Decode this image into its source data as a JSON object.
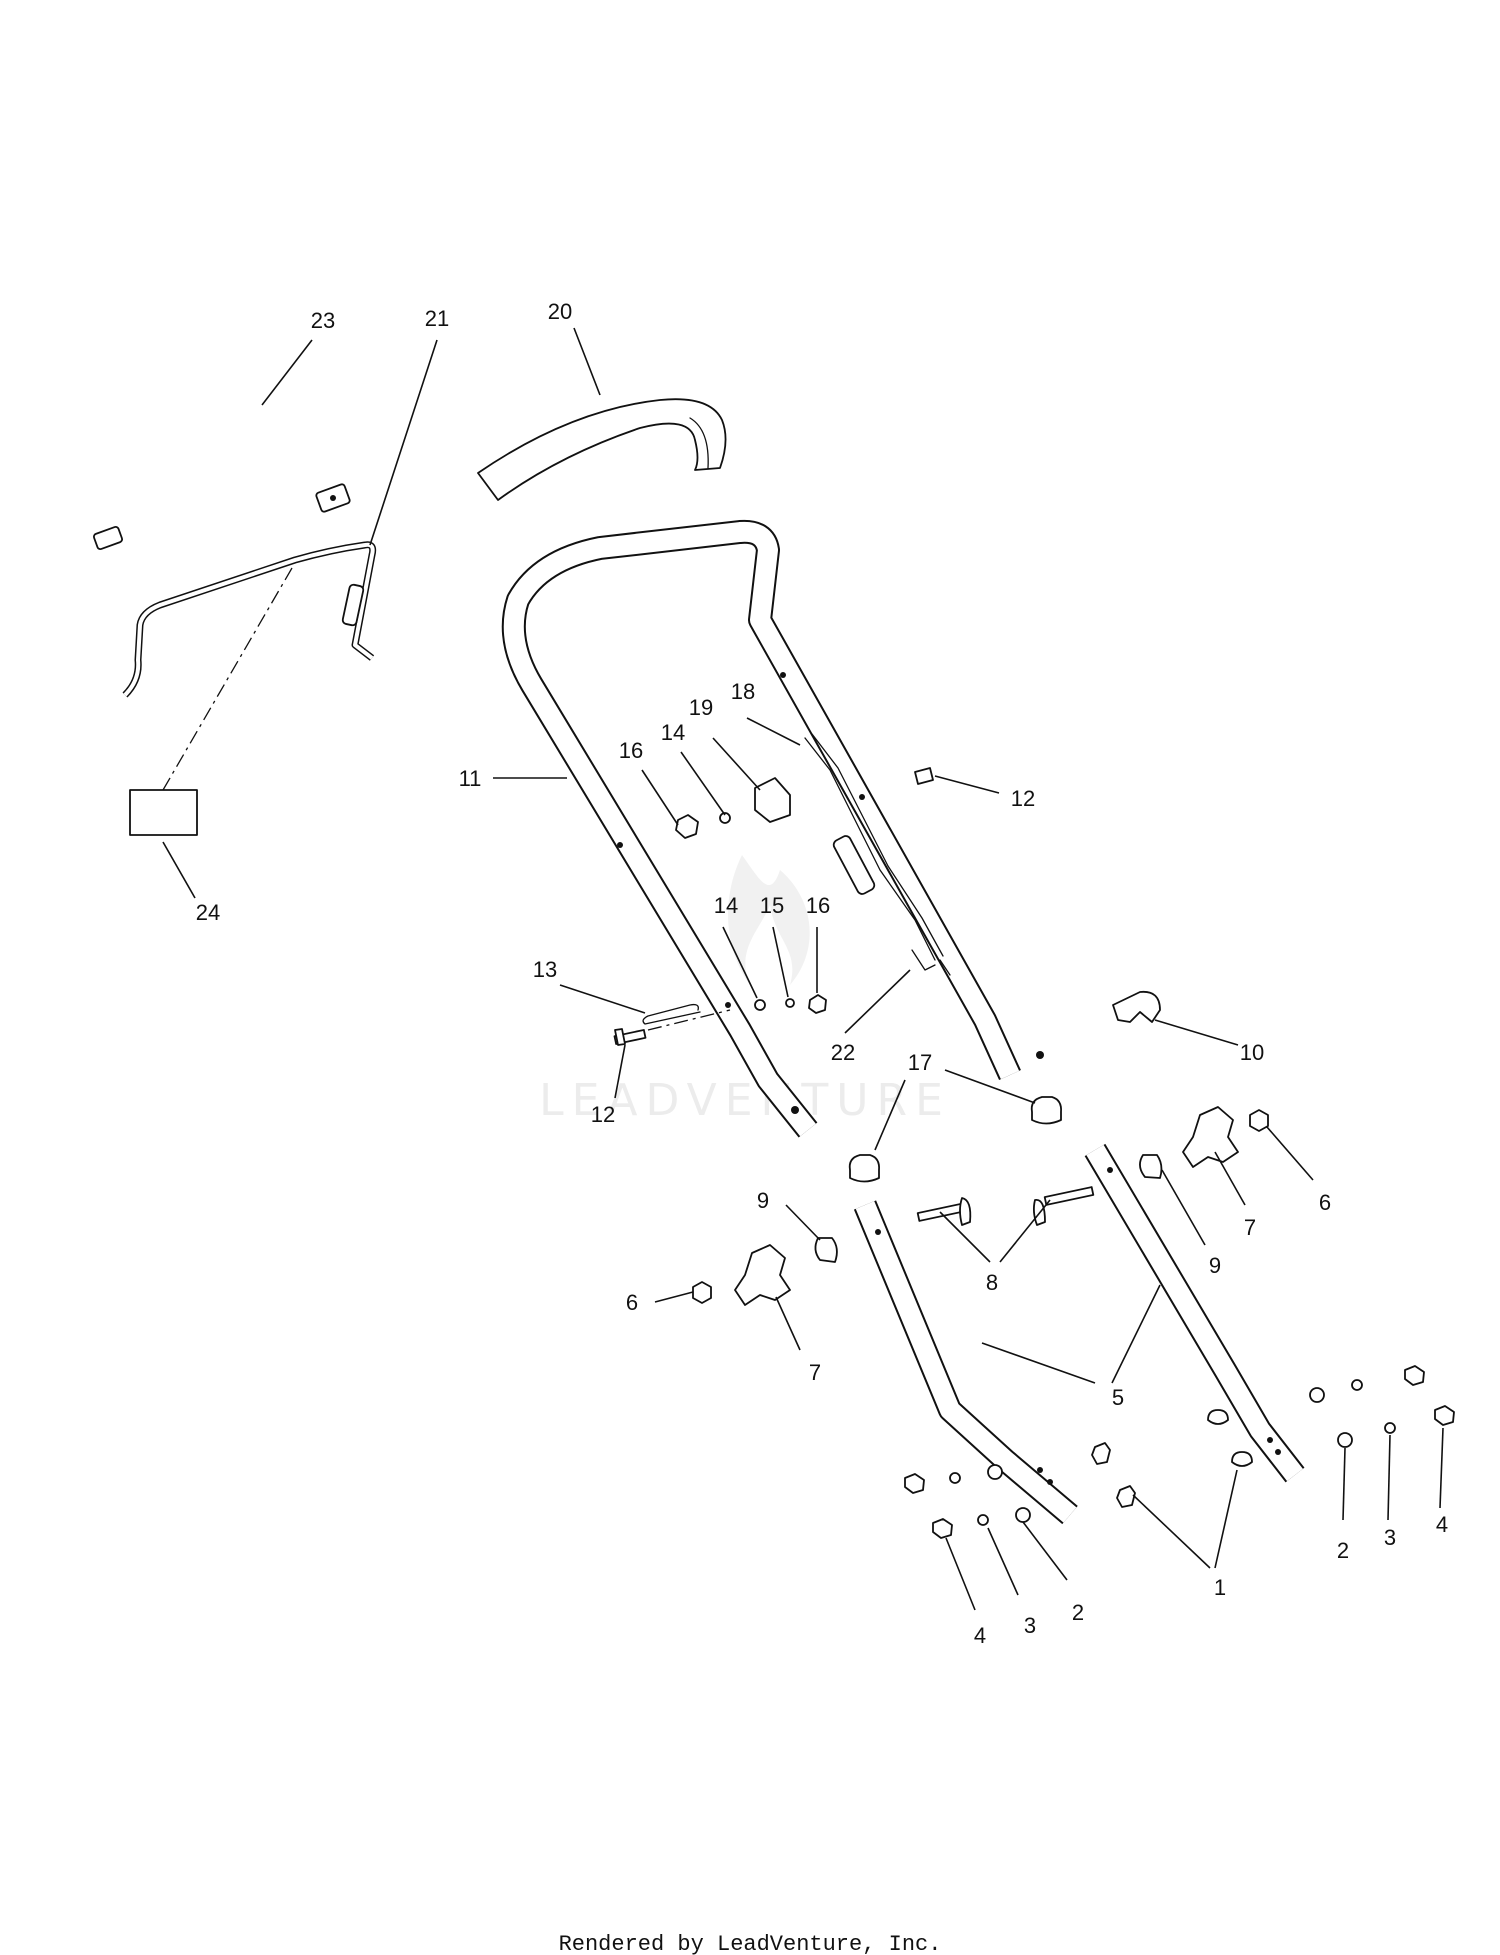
{
  "watermark": {
    "text": "LEADVENTURE"
  },
  "footer": {
    "credit": "Rendered by LeadVenture, Inc."
  },
  "callouts": [
    {
      "id": "c23",
      "label": "23"
    },
    {
      "id": "c21",
      "label": "21"
    },
    {
      "id": "c20",
      "label": "20"
    },
    {
      "id": "c11",
      "label": "11"
    },
    {
      "id": "c16a",
      "label": "16"
    },
    {
      "id": "c14a",
      "label": "14"
    },
    {
      "id": "c19",
      "label": "19"
    },
    {
      "id": "c18",
      "label": "18"
    },
    {
      "id": "c12a",
      "label": "12"
    },
    {
      "id": "c24",
      "label": "24"
    },
    {
      "id": "c14b",
      "label": "14"
    },
    {
      "id": "c15",
      "label": "15"
    },
    {
      "id": "c16b",
      "label": "16"
    },
    {
      "id": "c13",
      "label": "13"
    },
    {
      "id": "c22",
      "label": "22"
    },
    {
      "id": "c10",
      "label": "10"
    },
    {
      "id": "c12b",
      "label": "12"
    },
    {
      "id": "c17",
      "label": "17"
    },
    {
      "id": "c6a",
      "label": "6"
    },
    {
      "id": "c7a",
      "label": "7"
    },
    {
      "id": "c9a",
      "label": "9"
    },
    {
      "id": "c9b",
      "label": "9"
    },
    {
      "id": "c8",
      "label": "8"
    },
    {
      "id": "c6b",
      "label": "6"
    },
    {
      "id": "c7b",
      "label": "7"
    },
    {
      "id": "c5",
      "label": "5"
    },
    {
      "id": "c2a",
      "label": "2"
    },
    {
      "id": "c3a",
      "label": "3"
    },
    {
      "id": "c4a",
      "label": "4"
    },
    {
      "id": "c1",
      "label": "1"
    },
    {
      "id": "c4b",
      "label": "4"
    },
    {
      "id": "c3b",
      "label": "3"
    },
    {
      "id": "c2b",
      "label": "2"
    }
  ]
}
